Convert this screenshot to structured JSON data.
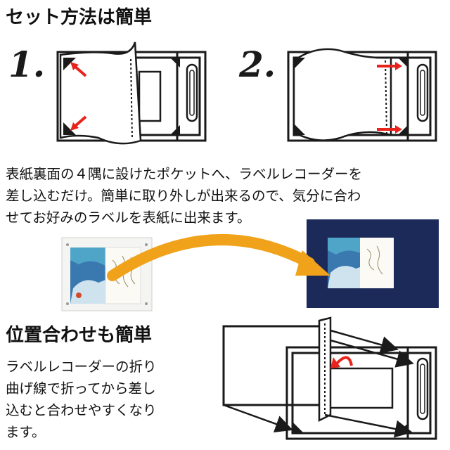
{
  "section1": {
    "heading": "セット方法は簡単",
    "step1_number": "1.",
    "step2_number": "2.",
    "description_lines": [
      "表紙裏面の４隅に設けたポケットへ、ラベルレコーダーを",
      "差し込むだけ。簡単に取り外しが出来るので、気分に合わ",
      "せてお好みのラベルを表紙に出来ます。"
    ]
  },
  "section2": {
    "heading": "位置合わせも簡単",
    "description_lines": [
      "ラベルレコーダーの折り",
      "曲げ線で折ってから差し",
      "込むと合わせやすくなり",
      "ます。"
    ]
  },
  "colors": {
    "arrow_red": "#e8231c",
    "arrow_orange": "#f0a21a",
    "cover_navy": "#1c2a5a",
    "line_black": "#1a1a1a"
  }
}
